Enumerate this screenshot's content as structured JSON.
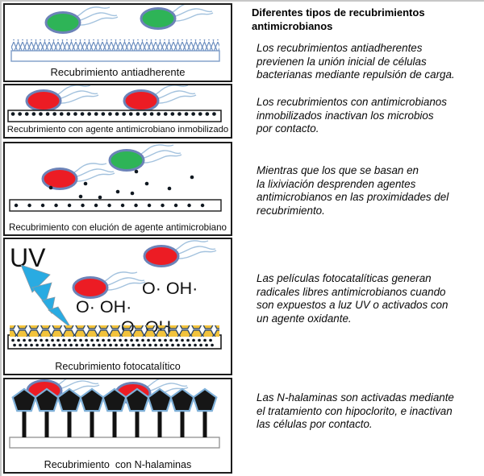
{
  "palette": {
    "green_bacteria": "#2eb457",
    "red_bacteria": "#ec1c24",
    "bacteria_outline": "#6c83b8",
    "flagella": "#a3c2de",
    "uv_bolt": "#29abe2",
    "hexagon_fill": "#f2c33c",
    "hexagon_outline": "#1d3a63",
    "pentagon_fill": "#161616",
    "pentagon_outline": "#7fb0d8",
    "dot_color": "#101820",
    "panel_border": "#1c1c1c",
    "brush_color": "#6d8fc0"
  },
  "panels": [
    {
      "caption": "Recubrimiento antiadherente"
    },
    {
      "caption": "Recubrimiento con agente antimicrobiano inmobilizado"
    },
    {
      "caption": "Recubrimiento con elución de agente antimicrobiano"
    },
    {
      "caption": "Recubrimiento fotocatalítico",
      "uv_label": "UV",
      "radicals": [
        "O· OH·",
        "O· OH·",
        "O· OH·"
      ]
    },
    {
      "caption": "Recubrimiento  con N-halaminas"
    }
  ],
  "sidebar": {
    "title": "Diferentes tipos de recubrimientos\nantimicrobianos",
    "paragraphs": [
      "Los recubrimientos antiadherentes\nprevienen la unión inicial de células\nbacterianas mediante repulsión de carga.",
      "Los recubrimientos con antimicrobianos\ninmobilizados inactivan los microbios\npor contacto.",
      "Mientras que los que se basan en\nla lixiviación desprenden agentes\nantimicrobianos en las proximidades del\nrecubrimiento.",
      "Las películas fotocatalíticas generan\nradicales libres antimicrobianos cuando\nson expuestos a luz UV o activados con\nun agente oxidante.",
      "Las N-halaminas son activadas mediante\nel tratamiento con hipoclorito, e inactivan\nlas células por contacto."
    ]
  }
}
